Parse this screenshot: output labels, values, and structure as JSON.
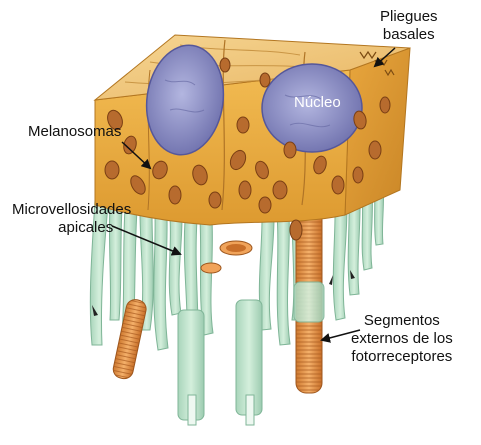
{
  "labels": {
    "basal_folds": [
      "Pliegues",
      "basales"
    ],
    "nucleus": "Núcleo",
    "melanosomes": "Melanosomas",
    "microvilli": [
      "Microvellosidades",
      "apicales"
    ],
    "outer_segments": [
      "Segmentos",
      "externos de los",
      "fotorreceptores"
    ]
  },
  "colors": {
    "background": "#ffffff",
    "cytoplasm": "#e8a93a",
    "top_face": "#f0c878",
    "melanosome": "#b76b2e",
    "nucleus": "#8d8fc4",
    "microvilli": "#bfe3cc",
    "outer_segment": "#e79a4c",
    "text": "#111111"
  }
}
